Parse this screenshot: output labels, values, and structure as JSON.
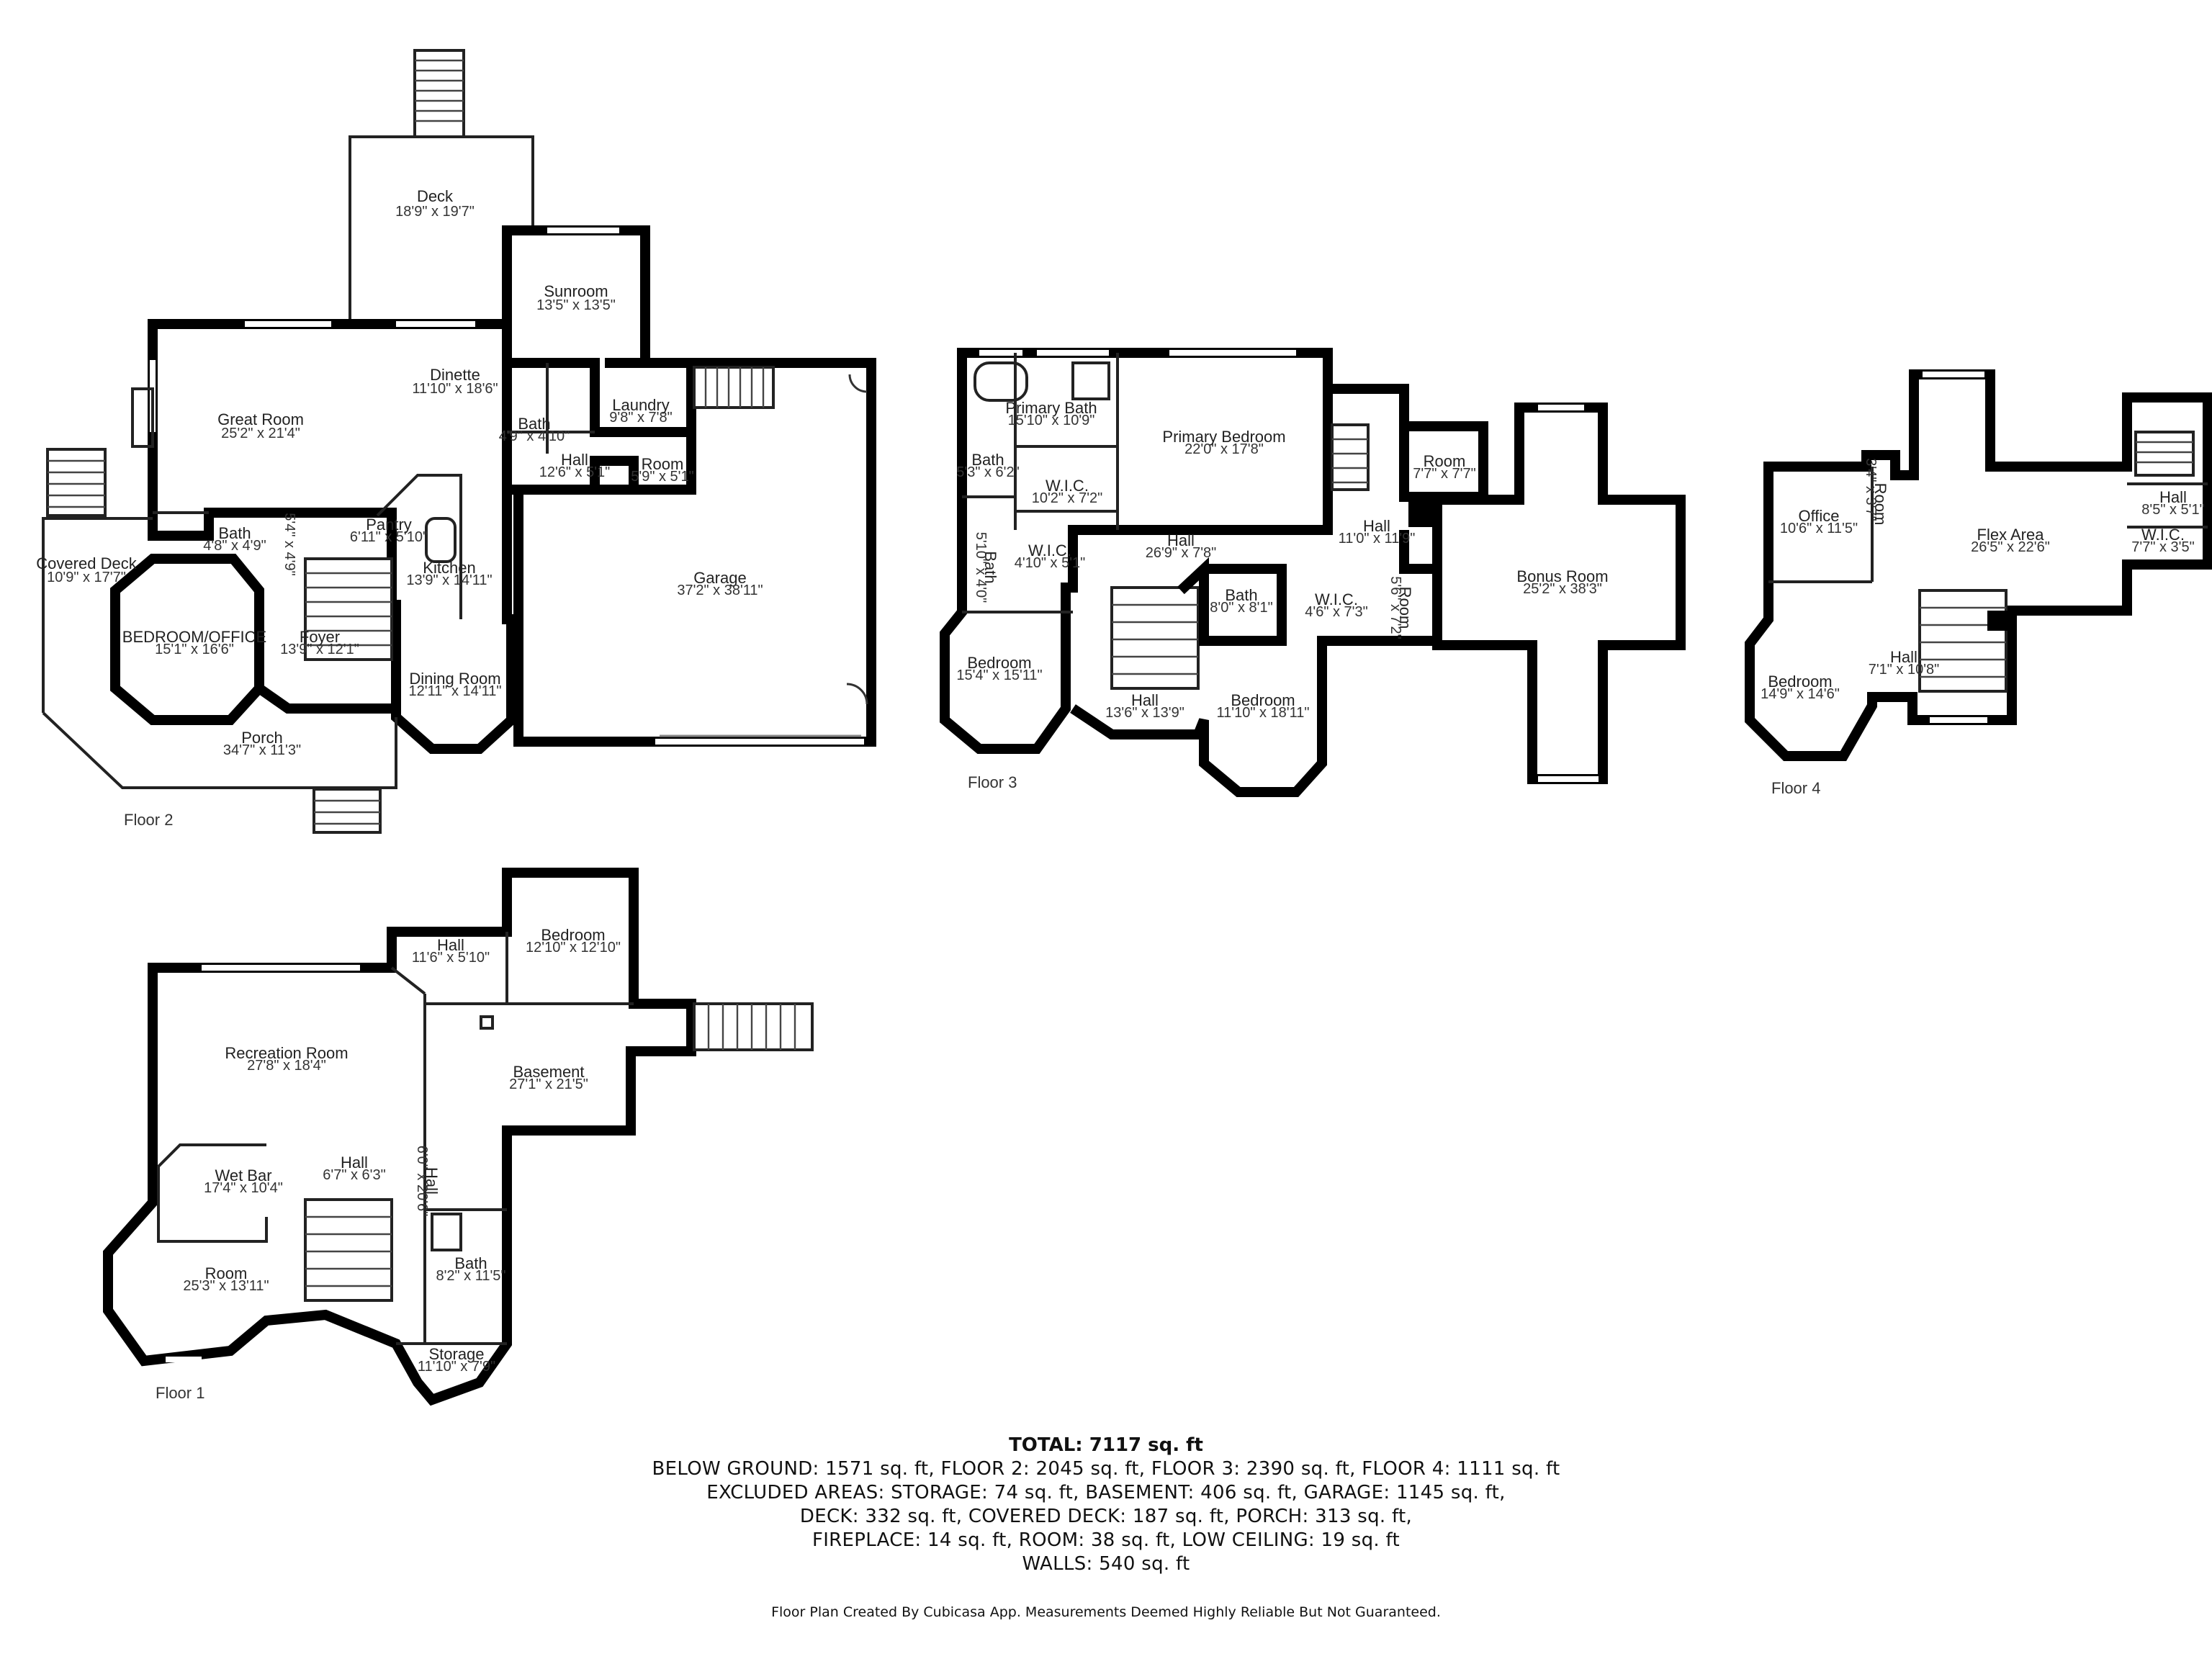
{
  "floors": {
    "floor2": {
      "label": "Floor 2",
      "rooms": {
        "deck": {
          "name": "Deck",
          "dim": "18'9\" x 19'7\""
        },
        "sunroom": {
          "name": "Sunroom",
          "dim": "13'5\" x 13'5\""
        },
        "dinette": {
          "name": "Dinette",
          "dim": "11'10\" x 18'6\""
        },
        "great_room": {
          "name": "Great Room",
          "dim": "25'2\" x 21'4\""
        },
        "bath_a": {
          "name": "Bath",
          "dim": "4'9\" x 4'10\""
        },
        "laundry": {
          "name": "Laundry",
          "dim": "9'8\" x 7'8\""
        },
        "hall": {
          "name": "Hall",
          "dim": "12'6\" x 5'1\""
        },
        "room": {
          "name": "Room",
          "dim": "5'9\" x 5'1\""
        },
        "covered_deck": {
          "name": "Covered Deck",
          "dim": "10'9\" x 17'7\""
        },
        "bath_b": {
          "name": "Bath",
          "dim": "4'8\" x 4'9\""
        },
        "hall_small": {
          "name": "Hall",
          "dim": "5'4\" x 4'9\""
        },
        "pantry": {
          "name": "Pantry",
          "dim": "6'11\" x 5'10\""
        },
        "kitchen": {
          "name": "Kitchen",
          "dim": "13'9\" x 14'11\""
        },
        "garage": {
          "name": "Garage",
          "dim": "37'2\" x 38'11\""
        },
        "bedroom_office": {
          "name": "BEDROOM/OFFICE",
          "dim": "15'1\" x 16'6\""
        },
        "foyer": {
          "name": "Foyer",
          "dim": "13'9\" x 12'1\""
        },
        "dining": {
          "name": "Dining Room",
          "dim": "12'11\" x 14'11\""
        },
        "porch": {
          "name": "Porch",
          "dim": "34'7\" x 11'3\""
        }
      }
    },
    "floor3": {
      "label": "Floor 3",
      "rooms": {
        "primary_bath": {
          "name": "Primary Bath",
          "dim": "15'10\" x 10'9\""
        },
        "primary_bedroom": {
          "name": "Primary Bedroom",
          "dim": "22'0\" x 17'8\""
        },
        "bath_a": {
          "name": "Bath",
          "dim": "5'3\" x 6'2\""
        },
        "wic_a": {
          "name": "W.I.C.",
          "dim": "10'2\" x 7'2\""
        },
        "room": {
          "name": "Room",
          "dim": "7'7\" x 7'7\""
        },
        "hall_a": {
          "name": "Hall",
          "dim": "26'9\" x 7'8\""
        },
        "hall_b": {
          "name": "Hall",
          "dim": "11'0\" x 11'9\""
        },
        "bath_c": {
          "name": "Bath",
          "dim": "5'10\" x 4'0\""
        },
        "wic_b": {
          "name": "W.I.C.",
          "dim": "4'10\" x 5'1\""
        },
        "bath_b": {
          "name": "Bath",
          "dim": "8'0\" x 8'1\""
        },
        "wic_c": {
          "name": "W.I.C.",
          "dim": "4'6\" x 7'3\""
        },
        "room_b": {
          "name": "Room",
          "dim": "5'6\" x 7'2\""
        },
        "bonus_room": {
          "name": "Bonus Room",
          "dim": "25'2\" x 38'3\""
        },
        "bedroom_a": {
          "name": "Bedroom",
          "dim": "15'4\" x 15'11\""
        },
        "hall_c": {
          "name": "Hall",
          "dim": "13'6\" x 13'9\""
        },
        "bedroom_b": {
          "name": "Bedroom",
          "dim": "11'10\" x 18'11\""
        }
      }
    },
    "floor4": {
      "label": "Floor 4",
      "rooms": {
        "office": {
          "name": "Office",
          "dim": "10'6\" x 11'5\""
        },
        "room": {
          "name": "Room",
          "dim": "3'4\" x 3'7\""
        },
        "flex_area": {
          "name": "Flex Area",
          "dim": "26'5\" x 22'6\""
        },
        "hall_a": {
          "name": "Hall",
          "dim": "8'5\" x 5'1\""
        },
        "wic": {
          "name": "W.I.C.",
          "dim": "7'7\" x 3'5\""
        },
        "bedroom": {
          "name": "Bedroom",
          "dim": "14'9\" x 14'6\""
        },
        "hall_b": {
          "name": "Hall",
          "dim": "7'1\" x 10'8\""
        }
      }
    },
    "floor1": {
      "label": "Floor 1",
      "rooms": {
        "hall_a": {
          "name": "Hall",
          "dim": "11'6\" x 5'10\""
        },
        "bedroom": {
          "name": "Bedroom",
          "dim": "12'10\" x 12'10\""
        },
        "recreation": {
          "name": "Recreation Room",
          "dim": "27'8\" x 18'4\""
        },
        "basement": {
          "name": "Basement",
          "dim": "27'1\" x 21'5\""
        },
        "hall_b": {
          "name": "Hall",
          "dim": "6'7\" x 6'3\""
        },
        "hall_c": {
          "name": "Hall",
          "dim": "6'0\" x 20'6\""
        },
        "wet_bar": {
          "name": "Wet Bar",
          "dim": "17'4\" x 10'4\""
        },
        "room": {
          "name": "Room",
          "dim": "25'3\" x 13'11\""
        },
        "bath": {
          "name": "Bath",
          "dim": "8'2\" x 11'5\""
        },
        "storage": {
          "name": "Storage",
          "dim": "11'10\" x 7'9\""
        }
      }
    }
  },
  "summary": {
    "total": "TOTAL: 7117 sq. ft",
    "line1": "BELOW GROUND: 1571 sq. ft, FLOOR 2: 2045 sq. ft, FLOOR 3: 2390 sq. ft, FLOOR 4: 1111 sq. ft",
    "line2": "EXCLUDED AREAS: STORAGE: 74 sq. ft, BASEMENT: 406 sq. ft, GARAGE: 1145 sq. ft,",
    "line3": "DECK: 332 sq. ft, COVERED DECK: 187 sq. ft, PORCH: 313 sq. ft,",
    "line4": "FIREPLACE: 14 sq. ft, ROOM: 38 sq. ft, LOW CEILING: 19 sq. ft",
    "line5": "WALLS: 540 sq. ft"
  },
  "footer": "Floor Plan Created By Cubicasa App. Measurements Deemed Highly Reliable But Not Guaranteed."
}
